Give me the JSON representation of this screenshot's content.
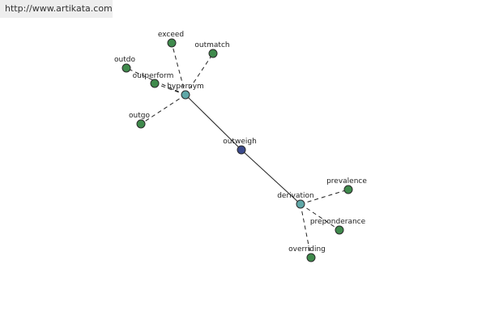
{
  "banner": {
    "url": "http://www.artikata.com"
  },
  "graph": {
    "center": "outweigh",
    "hubs": [
      "hypernym",
      "derivation"
    ],
    "hypernym_leaves": [
      "exceed",
      "outmatch",
      "outdo",
      "outperform",
      "outgo"
    ],
    "derivation_leaves": [
      "prevalence",
      "preponderance",
      "overriding"
    ]
  },
  "colors": {
    "center_node": "#3b4a8c",
    "hub_node": "#5fa7a7",
    "leaf_node": "#3f8a4c",
    "node_stroke": "#2a2a2a",
    "edge": "#222222",
    "banner_bg": "#eeeeee"
  }
}
